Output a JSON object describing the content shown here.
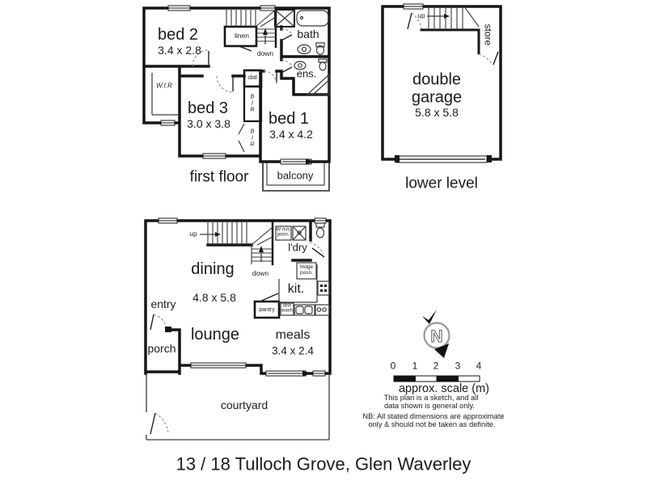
{
  "title": "13 / 18 Tulloch Grove, Glen Waverley",
  "floors": {
    "first": {
      "caption": "first floor",
      "bed2_name": "bed 2",
      "bed2_dims": "3.4 x 2.8",
      "bed3_name": "bed 3",
      "bed3_dims": "3.0 x 3.8",
      "bed1_name": "bed 1",
      "bed1_dims": "3.4 x 4.2",
      "bath": "bath",
      "ens": "ens.",
      "wir": "W.I.R",
      "linen": "linen",
      "cbd": "cbd",
      "bir_upper": "B\nI\nR",
      "bir_lower": "B\nI\nR",
      "down": "down",
      "balcony": "balcony"
    },
    "lower": {
      "caption": "lower level",
      "garage_name": "double\ngarage",
      "garage_dims": "5.8 x 5.8",
      "up": "up",
      "store": "store"
    },
    "ground": {
      "dining_name": "dining",
      "dining_dims": "4.8 x 5.8",
      "lounge": "lounge",
      "meals_name": "meals",
      "meals_dims": "3.4 x 2.4",
      "kitchen": "kit.",
      "laundry": "l'dry",
      "entry": "entry",
      "porch": "porch",
      "courtyard": "courtyard",
      "pantry": "pantry",
      "dishwash": "dish\nwash",
      "fridge": "fridge\nposn.",
      "wmc": "W m/c\nposn.",
      "up": "up",
      "down": "down"
    }
  },
  "legend": {
    "compass_letter": "N",
    "scale_ticks": [
      "0",
      "1",
      "2",
      "3",
      "4"
    ],
    "scale_caption": "approx. scale (m)",
    "sketch_note_line1": "This plan is a sketch, and all",
    "sketch_note_line2": "data shown is general only.",
    "nb_note_line1": "NB: All stated dimensions are approximate",
    "nb_note_line2": "only & should not be taken as definite."
  },
  "colors": {
    "background": "#ffffff",
    "wall": "#161616",
    "thin_line": "#3a3a3a",
    "dashed_door": "#8f8f8f",
    "compass_ring": "#989898"
  }
}
